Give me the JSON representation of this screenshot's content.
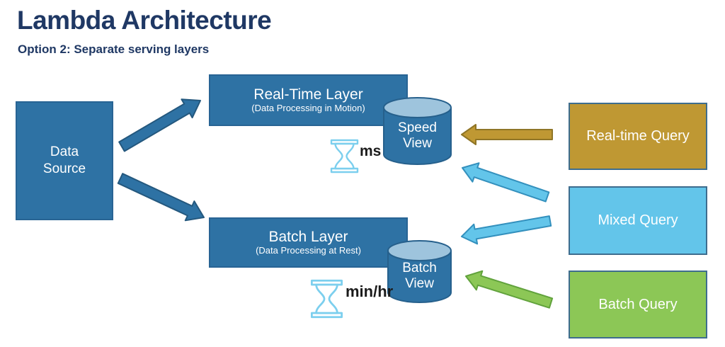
{
  "header": {
    "title": "Lambda Architecture",
    "subtitle": "Option 2: Separate serving layers"
  },
  "diagram": {
    "data_source": {
      "label": "Data Source"
    },
    "realtime_layer": {
      "title": "Real-Time Layer",
      "subtitle": "(Data Processing in Motion)"
    },
    "batch_layer": {
      "title": "Batch Layer",
      "subtitle": "(Data Processing at Rest)"
    },
    "speed_view": {
      "label": "Speed View",
      "latency": "ms"
    },
    "batch_view": {
      "label": "Batch View",
      "latency": "min/hr"
    },
    "realtime_query": {
      "label": "Real-time Query"
    },
    "mixed_query": {
      "label": "Mixed Query"
    },
    "batch_query": {
      "label": "Batch Query"
    },
    "edges": [
      {
        "from": "Data Source",
        "to": "Real-Time Layer",
        "color": "#2e72a4"
      },
      {
        "from": "Data Source",
        "to": "Batch Layer",
        "color": "#2e72a4"
      },
      {
        "from": "Real-time Query",
        "to": "Speed View",
        "color": "#bf9833"
      },
      {
        "from": "Mixed Query",
        "to": "Speed View",
        "color": "#63c5ea"
      },
      {
        "from": "Mixed Query",
        "to": "Batch View",
        "color": "#63c5ea"
      },
      {
        "from": "Batch Query",
        "to": "Batch View",
        "color": "#8cc756"
      }
    ]
  },
  "colors": {
    "heading_text": "#1f3864",
    "primary_blue": "#2e72a4",
    "cylinder_top": "#9ec4dd",
    "gold": "#bf9833",
    "light_blue": "#63c5ea",
    "green": "#8cc756",
    "hourglass": "#7ccfee",
    "box_border": "#3e6d8e",
    "node_text": "#ffffff",
    "latency_text": "#1b1b1b"
  }
}
